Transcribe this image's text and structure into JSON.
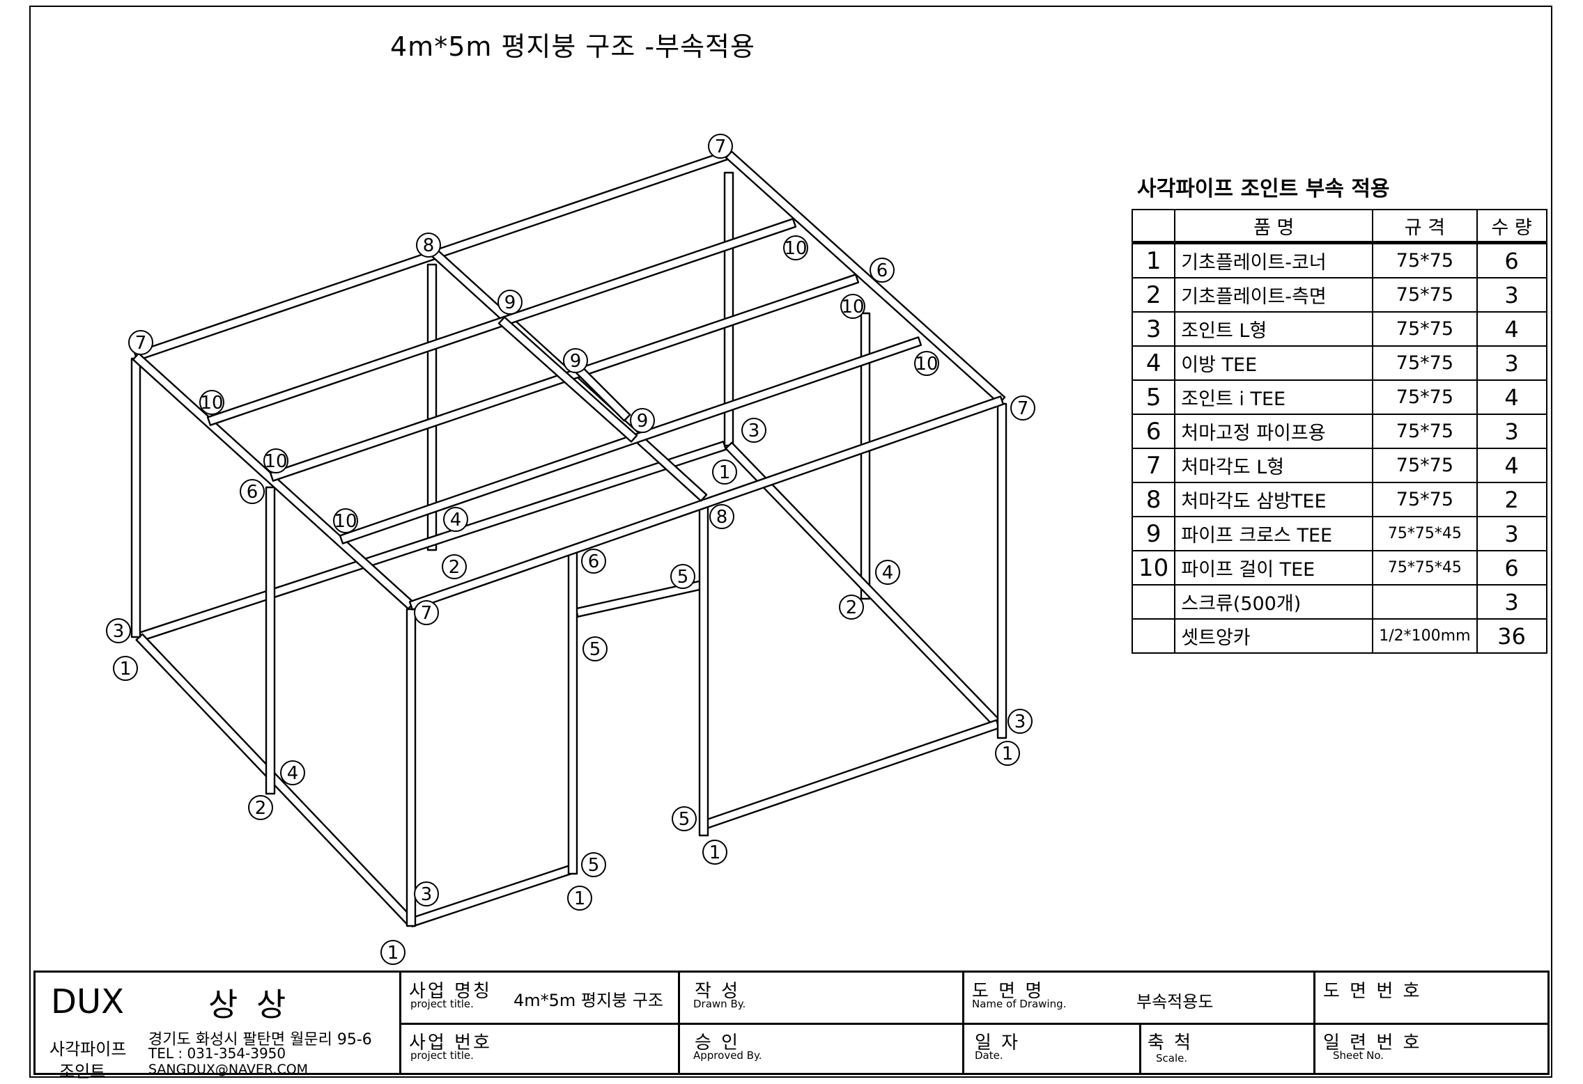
{
  "title": "4m*5m 평지붕 구조 -부속적용",
  "parts_table": {
    "caption": "사각파이프 조인트 부속 적용",
    "headers": {
      "no": "",
      "name": "품         명",
      "spec": "규   격",
      "qty": "수   량"
    },
    "rows": [
      {
        "no": "1",
        "name": "기초플레이트-코너",
        "spec": "75*75",
        "qty": "6"
      },
      {
        "no": "2",
        "name": "기초플레이트-측면",
        "spec": "75*75",
        "qty": "3"
      },
      {
        "no": "3",
        "name": "조인트 L형",
        "spec": "75*75",
        "qty": "4"
      },
      {
        "no": "4",
        "name": "이방 TEE",
        "spec": "75*75",
        "qty": "3"
      },
      {
        "no": "5",
        "name": "조인트 i TEE",
        "spec": "75*75",
        "qty": "4"
      },
      {
        "no": "6",
        "name": "처마고정 파이프용",
        "spec": "75*75",
        "qty": "3"
      },
      {
        "no": "7",
        "name": "처마각도 L형",
        "spec": "75*75",
        "qty": "4"
      },
      {
        "no": "8",
        "name": "처마각도 삼방TEE",
        "spec": "75*75",
        "qty": "2"
      },
      {
        "no": "9",
        "name": "파이프 크로스 TEE",
        "spec": "75*75*45",
        "qty": "3"
      },
      {
        "no": "10",
        "name": "파이프 걸이 TEE",
        "spec": "75*75*45",
        "qty": "6"
      },
      {
        "no": "",
        "name": "스크류(500개)",
        "spec": "",
        "qty": "3"
      },
      {
        "no": "",
        "name": "셋트앙카",
        "spec": "1/2*100mm",
        "qty": "36"
      }
    ]
  },
  "balloons": [
    "7",
    "7",
    "7",
    "7",
    "8",
    "8",
    "6",
    "6",
    "6",
    "9",
    "9",
    "9",
    "10",
    "10",
    "10",
    "10",
    "10",
    "10",
    "4",
    "4",
    "4",
    "2",
    "2",
    "2",
    "3",
    "3",
    "3",
    "3",
    "1",
    "1",
    "1",
    "1",
    "1",
    "1",
    "5",
    "5",
    "5",
    "5"
  ],
  "title_block": {
    "company": "DUX",
    "company_ko": "상 상",
    "product_line1": "사각파이프",
    "product_line2": "조인트",
    "address": "경기도 화성시 팔탄면 월문리 95-6",
    "tel": "TEL : 031-354-3950",
    "email": "SANGDUX@NAVER.COM",
    "project_title_ko": "사업 명칭",
    "project_title_en": "project title.",
    "project_title_value": "4m*5m 평지붕 구조",
    "project_no_ko": "사업 번호",
    "project_no_en": "project title.",
    "drawn_ko": "작   성",
    "drawn_en": "Drawn By.",
    "approved_ko": "승   인",
    "approved_en": "Approved By.",
    "drawing_name_ko": "도  면  명",
    "drawing_name_en": "Name of Drawing.",
    "drawing_name_value": "부속적용도",
    "date_ko": "일   자",
    "date_en": "Date.",
    "scale_ko": "축   척",
    "scale_en": "Scale.",
    "drawing_no_ko": "도 면 번 호",
    "sheet_no_ko": "일 련 번 호",
    "sheet_no_en": "Sheet No."
  }
}
